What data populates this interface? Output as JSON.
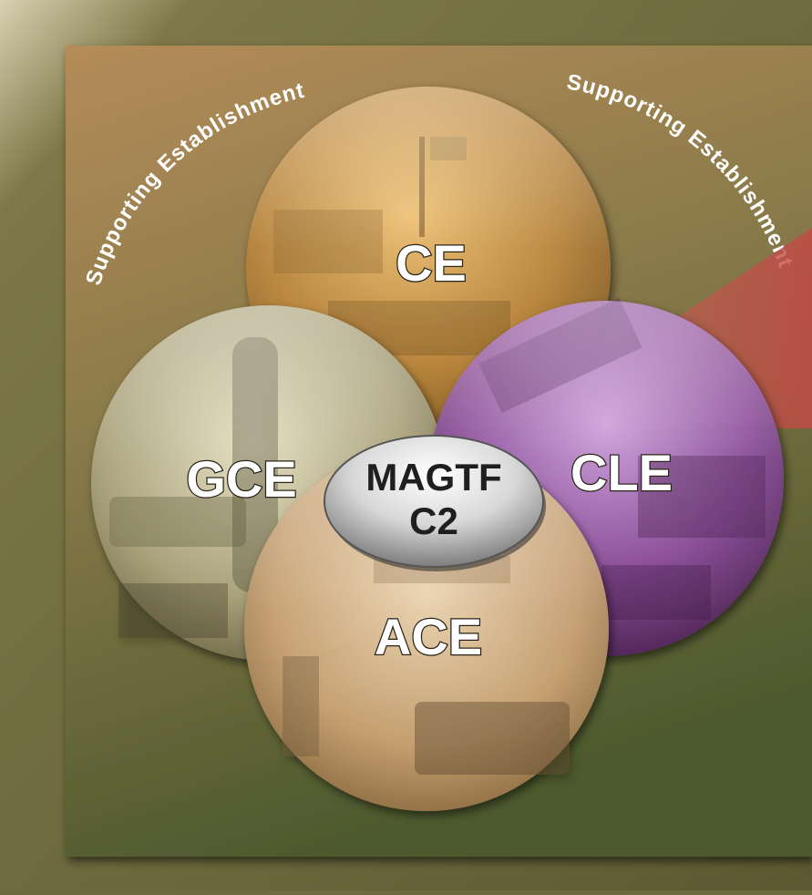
{
  "diagram": {
    "arc_left_text": "Supporting Establishment",
    "arc_right_text": "Supporting Establishment",
    "elements": [
      {
        "id": "ce",
        "label": "CE"
      },
      {
        "id": "gce",
        "label": "GCE"
      },
      {
        "id": "cle",
        "label": "CLE"
      },
      {
        "id": "ace",
        "label": "ACE"
      }
    ],
    "center": {
      "line1": "MAGTF",
      "line2": "C2"
    }
  },
  "colors": {
    "background": "#6e6a3e",
    "panel_top": "#b08a55",
    "panel_bottom": "#525a30",
    "ce": "#c8903a",
    "gce": "#b8b08a",
    "cle": "#8a3f96",
    "ace": "#c8a478",
    "wedge": "#c0504a"
  }
}
